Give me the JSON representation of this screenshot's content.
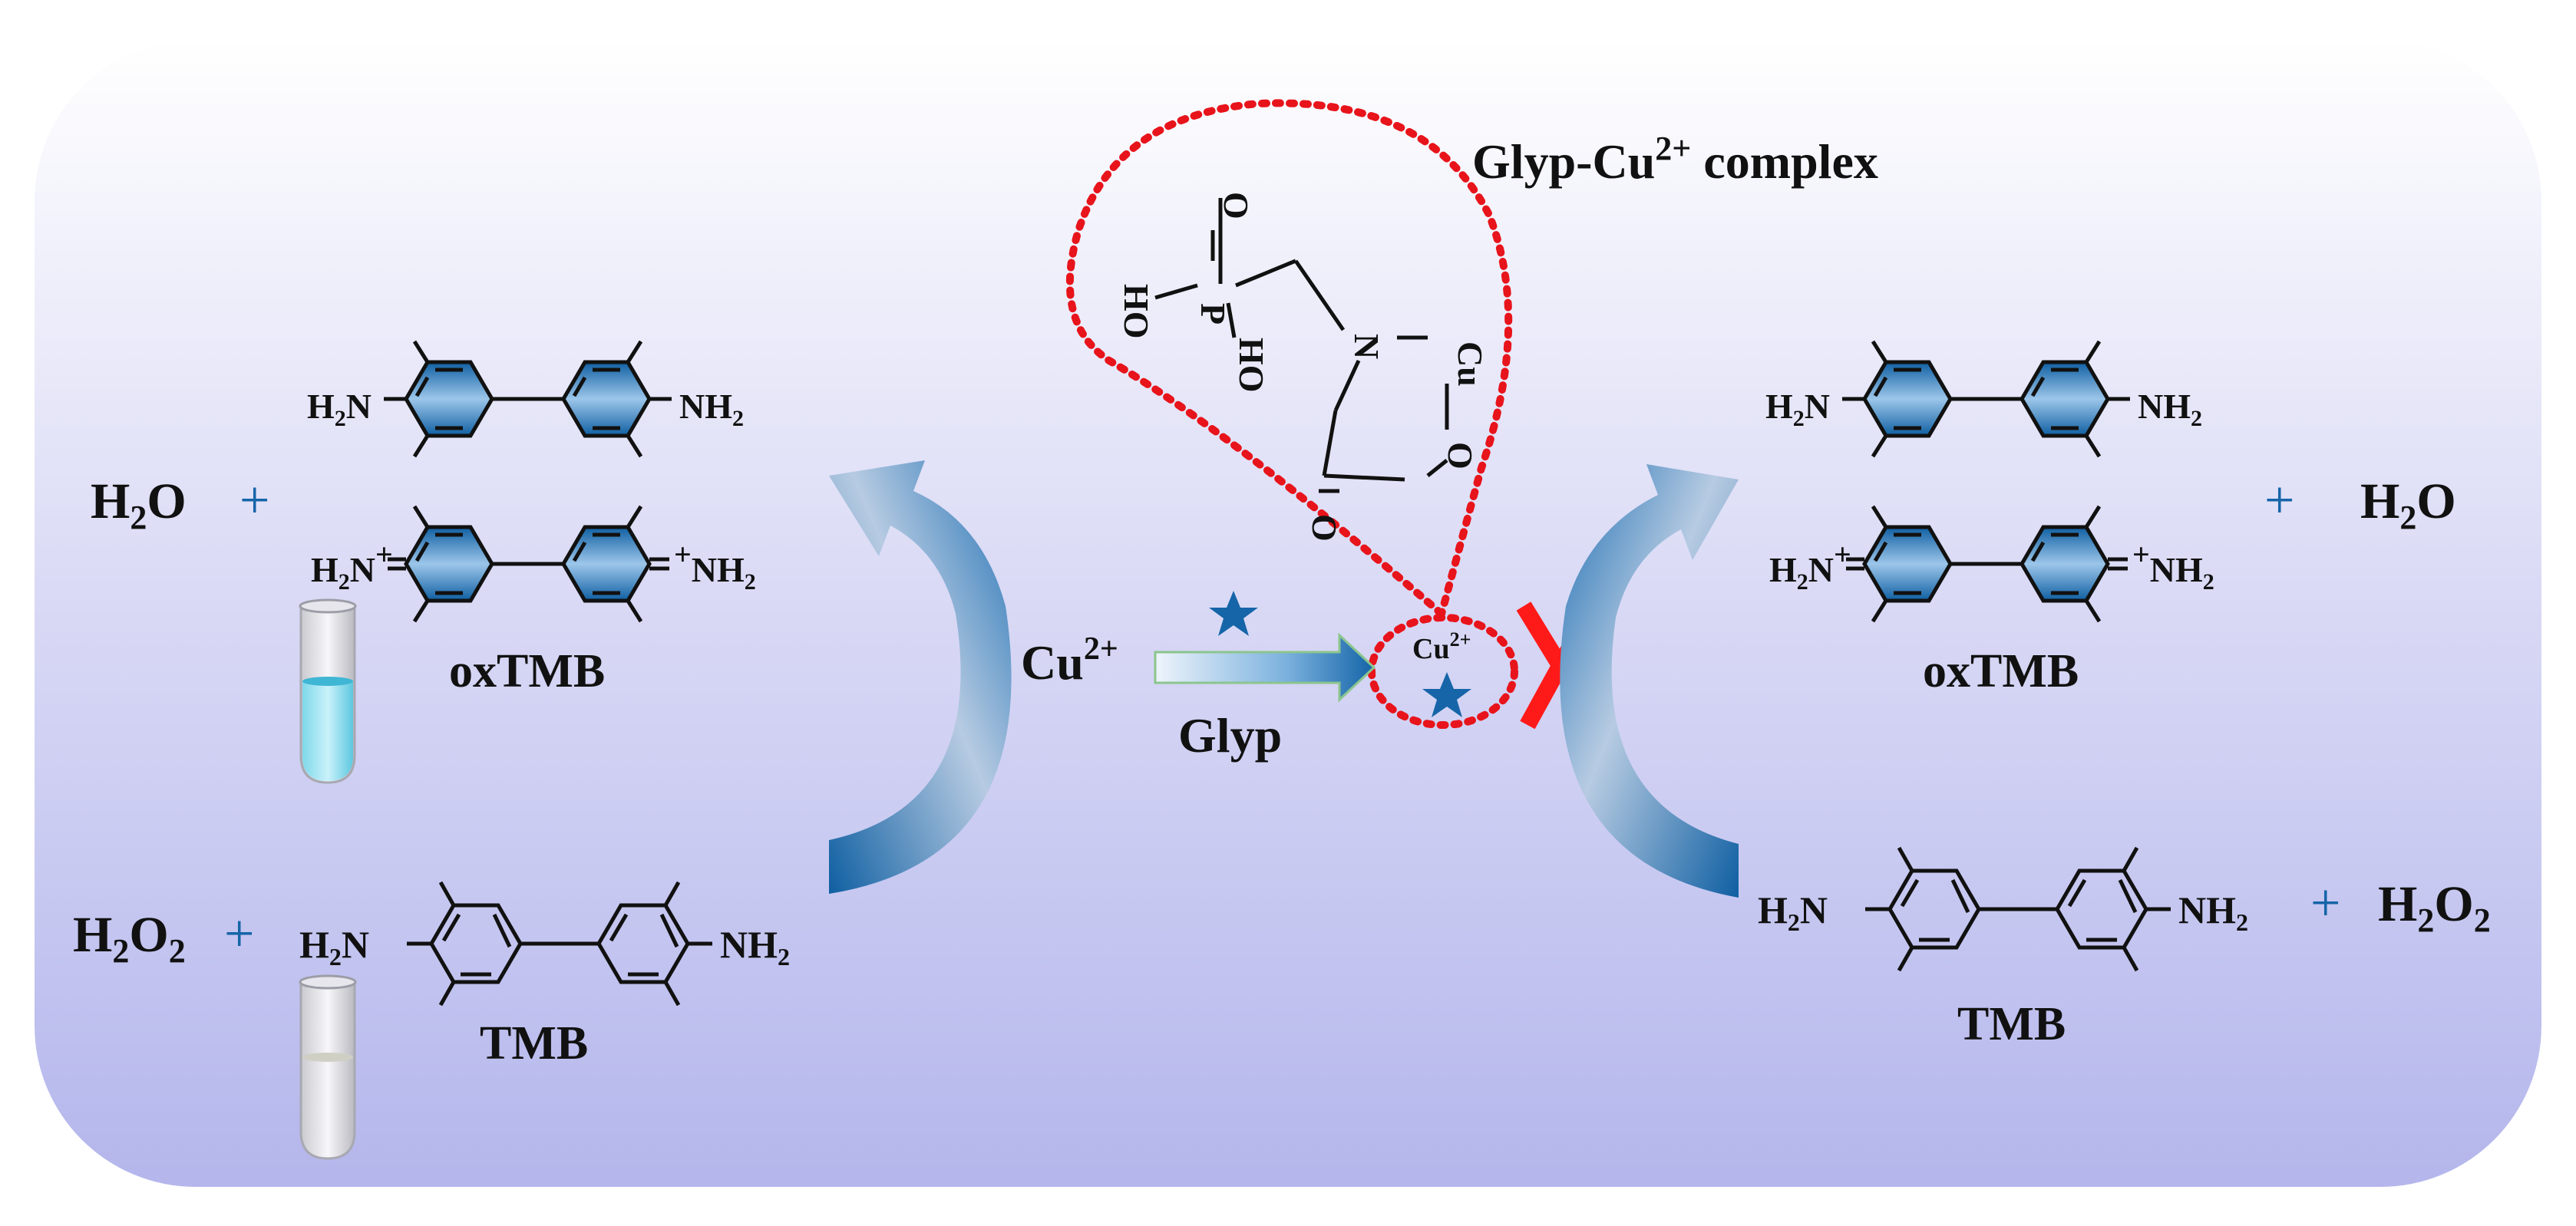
{
  "complex_label": {
    "main": "Glyp-Cu",
    "sup": "2+",
    "tail": " complex"
  },
  "glyp_structure": {
    "ho1": "HO",
    "p": "P",
    "o_top": "O",
    "ho2": "HO",
    "n": "N",
    "cu": "Cu",
    "o_ring": "O",
    "o_carbonyl": "O"
  },
  "left": {
    "water": {
      "h": "H",
      "sub": "2",
      "o": "O"
    },
    "peroxide": {
      "h": "H",
      "sub1": "2",
      "o": "O",
      "sub2": "2"
    },
    "plus": "+",
    "oxtmb_label": "oxTMB",
    "tmb_label": "TMB"
  },
  "right": {
    "water": {
      "h": "H",
      "sub": "2",
      "o": "O"
    },
    "peroxide": {
      "h": "H",
      "sub1": "2",
      "o": "O",
      "sub2": "2"
    },
    "plus": "+",
    "oxtmb_label": "oxTMB",
    "tmb_label": "TMB"
  },
  "amine": {
    "h": "H",
    "sub": "2",
    "n": "N",
    "nh": "NH",
    "plus": "+"
  },
  "center": {
    "cu_label": "Cu",
    "cu_sup": "2+",
    "glyp_label": "Glyp",
    "small_cu": "Cu",
    "small_cu_sup": "2+"
  },
  "colors": {
    "accent_blue": "#1565a8",
    "dotted_red": "#e8141b",
    "cross_red": "#ff1a1a",
    "bg_top": "#ffffff",
    "bg_bottom": "#b7b9ee"
  }
}
